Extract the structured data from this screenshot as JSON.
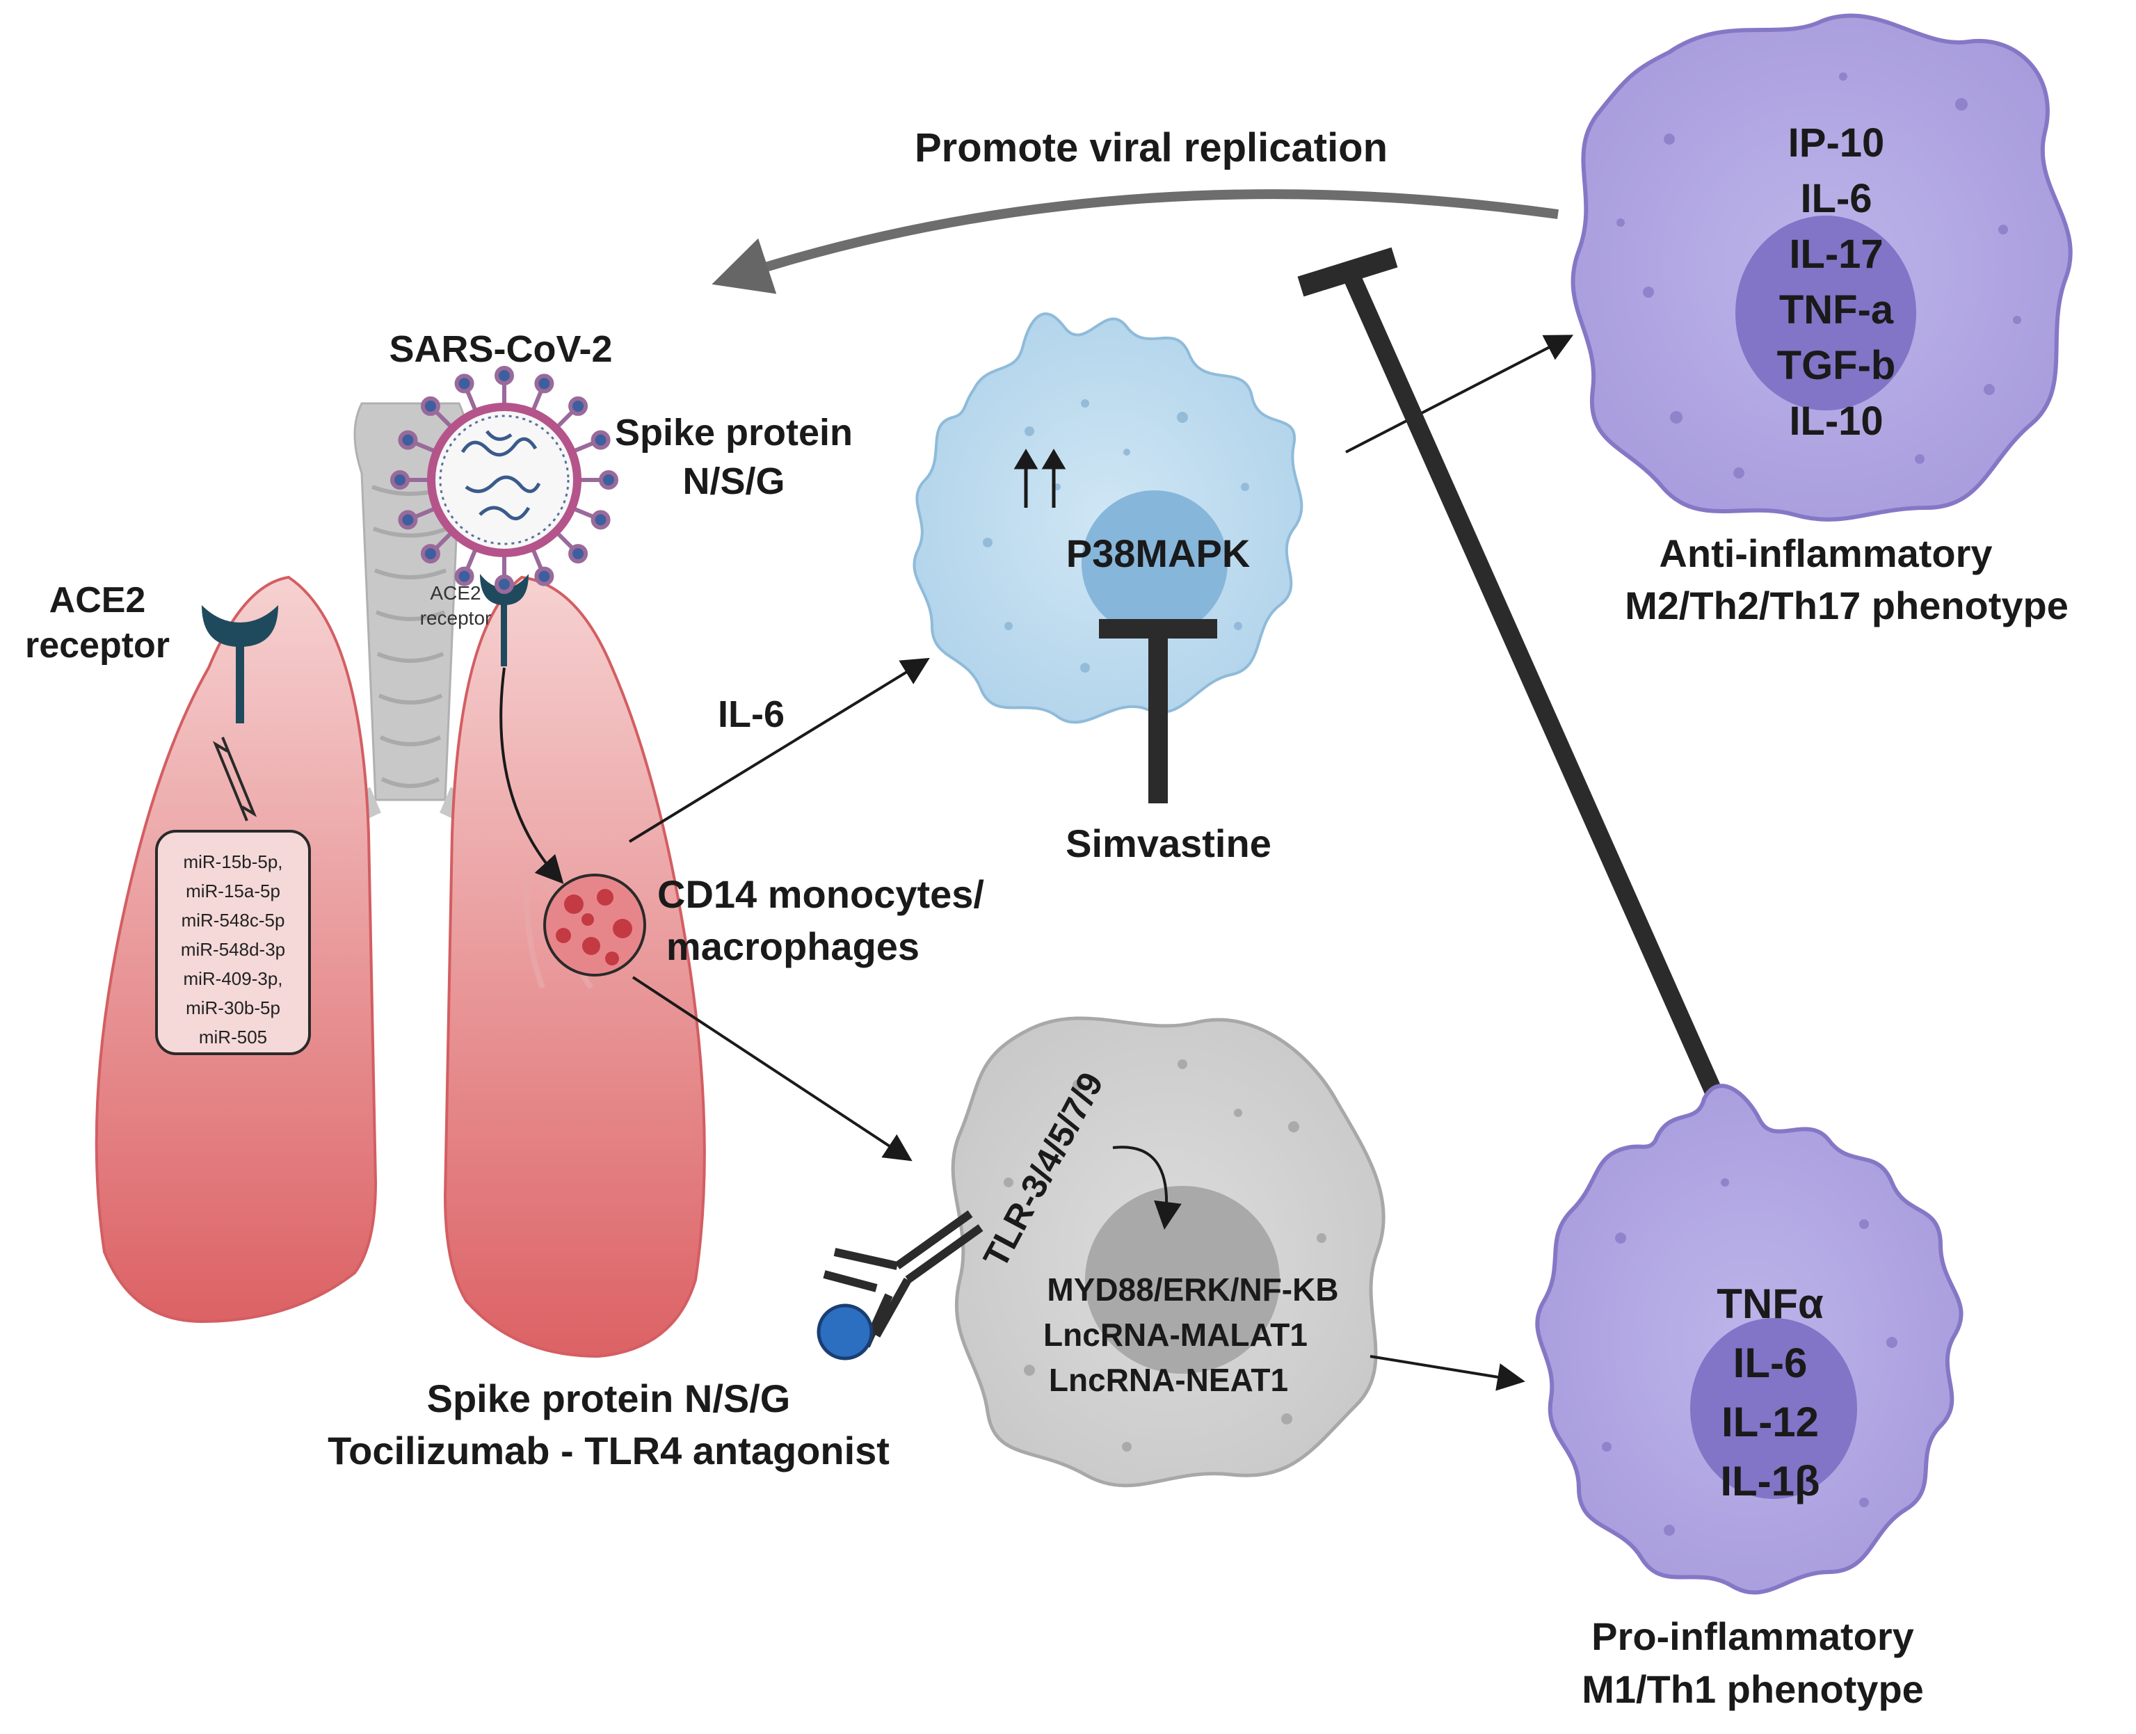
{
  "labels": {
    "promote": "Promote viral replication",
    "sars": "SARS-CoV-2",
    "spike1": "Spike protein",
    "spike2": "N/S/G",
    "ace2_1": "ACE2",
    "ace2_2": "receptor",
    "ace2_small_1": "ACE2",
    "ace2_small_2": "receptor",
    "il6": "IL-6",
    "p38": "P38MAPK",
    "simv": "Simvastine",
    "cd14_1": "CD14 monocytes/",
    "cd14_2": "macrophages",
    "tlr": "TLR-3/4/5/7/9",
    "spike_b1": "Spike protein N/S/G",
    "spike_b2": "Tocilizumab - TLR4 antagonist",
    "anti1": "Anti-inflammatory",
    "anti2": "M2/Th2/Th17 phenotype",
    "pro1": "Pro-inflammatory",
    "pro2": "M1/Th1 phenotype"
  },
  "mirnas": [
    "miR-15b-5p,",
    "miR-15a-5p",
    "miR-548c-5p",
    "miR-548d-3p",
    "miR-409-3p,",
    "miR-30b-5p",
    "miR-505"
  ],
  "anti_cytokines": [
    "IP-10",
    "IL-6",
    "IL-17",
    "TNF-a",
    "TGF-b",
    "IL-10"
  ],
  "pro_cytokines": [
    "TNFα",
    "IL-6",
    "IL-12",
    "IL-1β"
  ],
  "grey_cell_text": [
    "MYD88/ERK/NF-KB",
    "LncRNA-MALAT1",
    "LncRNA-NEAT1"
  ],
  "colors": {
    "lung": "#e2777a",
    "trachea": "#c4c4c4",
    "blue_cell": "#c3dff0",
    "blue_nucleus": "#7fb0d6",
    "purple_cell": "#b2a8e3",
    "purple_nucleus": "#8276c8",
    "grey_cell": "#d4d4d4",
    "grey_nucleus": "#a7a7a7",
    "receptor": "#1f4a5e",
    "inhibitor": "#2b2b2b"
  }
}
